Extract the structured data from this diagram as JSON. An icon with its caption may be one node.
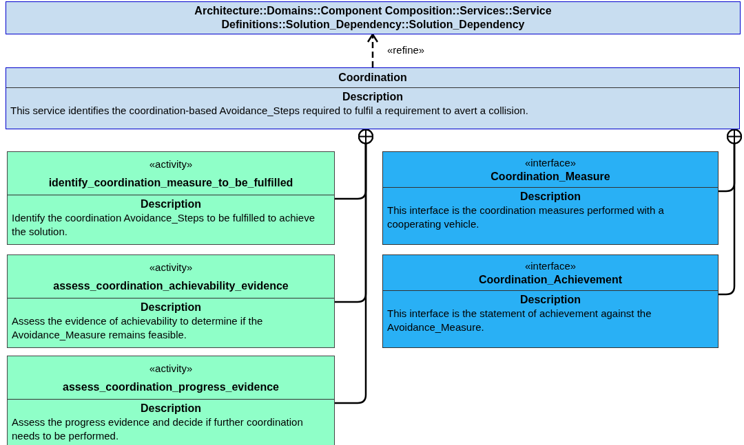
{
  "diagram": {
    "nodes": [
      {
        "text": [
          "Architecture::Domains::Component Composition::Services::Service Definitions::Solution_Dependency::Solution_Dependency"
        ]
      },
      {
        "text": [
          "Coordination",
          "Description",
          "This service identifies the coordination-based Avoidance_Steps required to fulfil a requirement to avert a collision."
        ]
      },
      {
        "text": [
          "«activity»",
          "identify_coordination_measure_to_be_fulfilled",
          "Description",
          "Identify the coordination Avoidance_Steps to be fulfilled to achieve the solution."
        ]
      },
      {
        "text": [
          "«activity»",
          "assess_coordination_achievability_evidence",
          "Description",
          "Assess the evidence of achievability to determine if the Avoidance_Measure remains feasible."
        ]
      },
      {
        "text": [
          "«activity»",
          "assess_coordination_progress_evidence",
          "Description",
          "Assess the progress evidence and decide if further coordination needs to be performed."
        ]
      },
      {
        "text": [
          "«interface»",
          "Coordination_Measure",
          "Description",
          "This interface is the coordination measures performed with a cooperating vehicle."
        ]
      },
      {
        "text": [
          "«interface»",
          "Coordination_Achievement",
          "Description",
          "This interface is the statement of achievement against the Avoidance_Measure."
        ]
      }
    ],
    "edges": [
      {
        "from": 1,
        "to": 0,
        "arrow": "to",
        "label": "«refine»",
        "style": "dashed"
      },
      {
        "from": 2,
        "to": 1,
        "arrow": "other"
      },
      {
        "from": 3,
        "to": 1,
        "arrow": "other"
      },
      {
        "from": 4,
        "to": 1,
        "arrow": "other"
      },
      {
        "from": 5,
        "to": 1,
        "arrow": "other"
      },
      {
        "from": 6,
        "to": 1,
        "arrow": "other"
      }
    ]
  }
}
